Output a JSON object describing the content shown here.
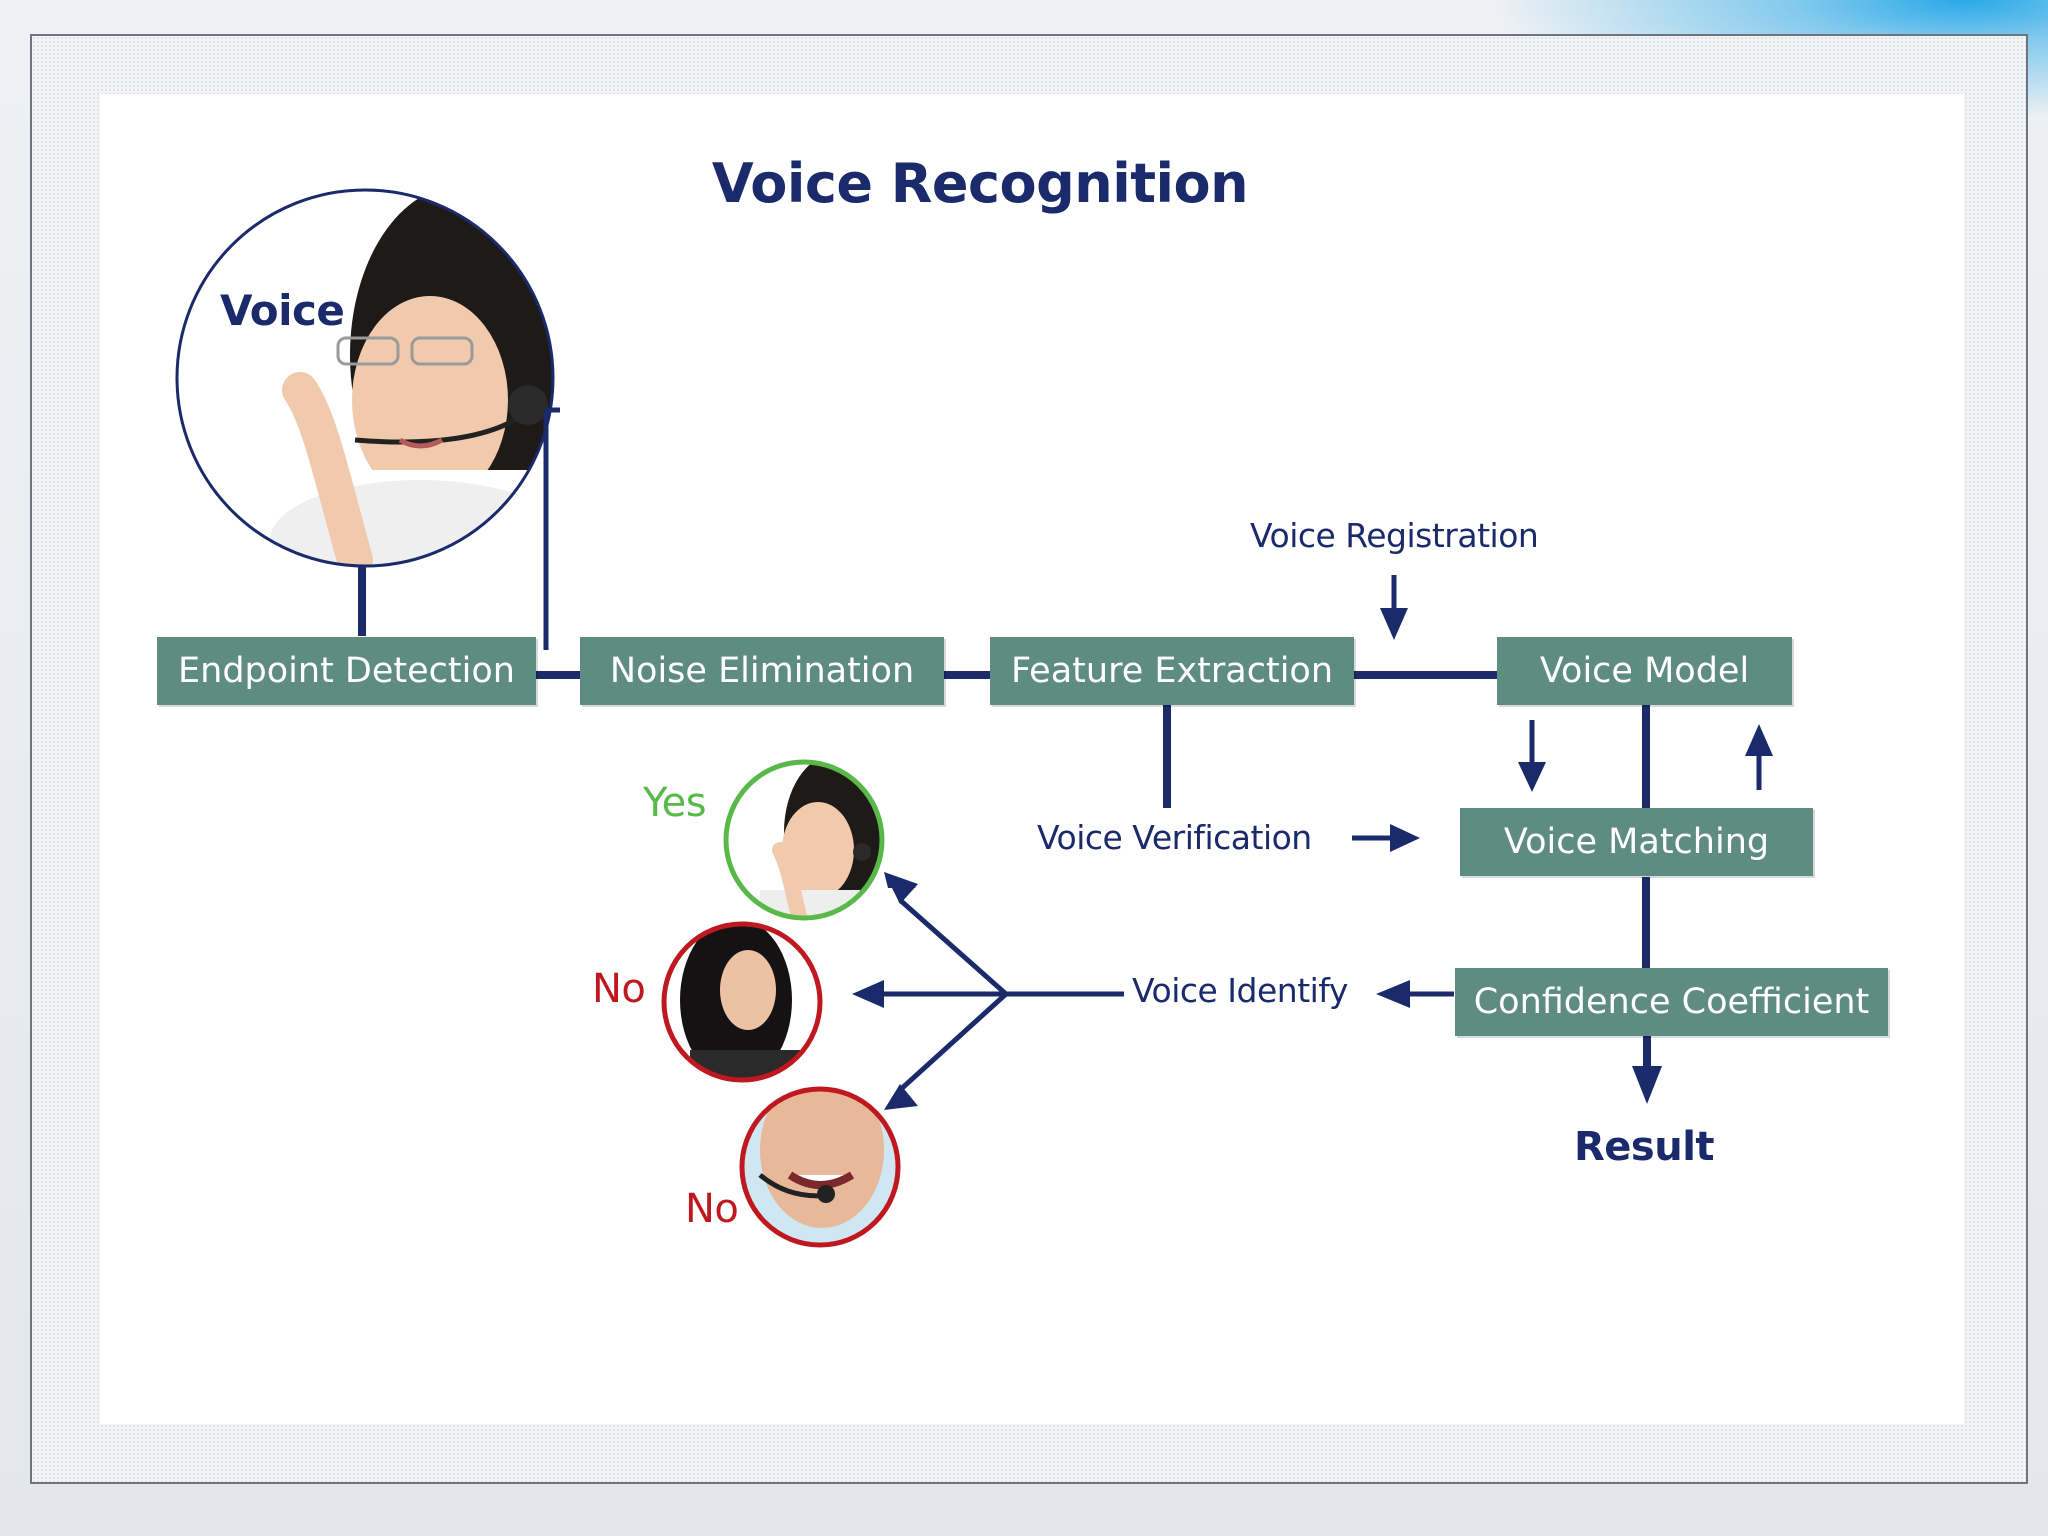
{
  "title": "Voice Recognition",
  "nodes": {
    "voice": "Voice",
    "endpoint_detection": "Endpoint Detection",
    "noise_elimination": "Noise Elimination",
    "feature_extraction": "Feature Extraction",
    "voice_model": "Voice Model",
    "voice_matching": "Voice Matching",
    "confidence_coefficient": "Confidence Coefficient"
  },
  "labels": {
    "voice_registration": "Voice Registration",
    "voice_verification": "Voice Verification",
    "voice_identify": "Voice Identify",
    "result": "Result",
    "yes": "Yes",
    "no_1": "No",
    "no_2": "No"
  },
  "colors": {
    "navy": "#1a2a6b",
    "box_teal": "#5f8c80",
    "yes_green": "#58b848",
    "no_red": "#c0181f"
  }
}
